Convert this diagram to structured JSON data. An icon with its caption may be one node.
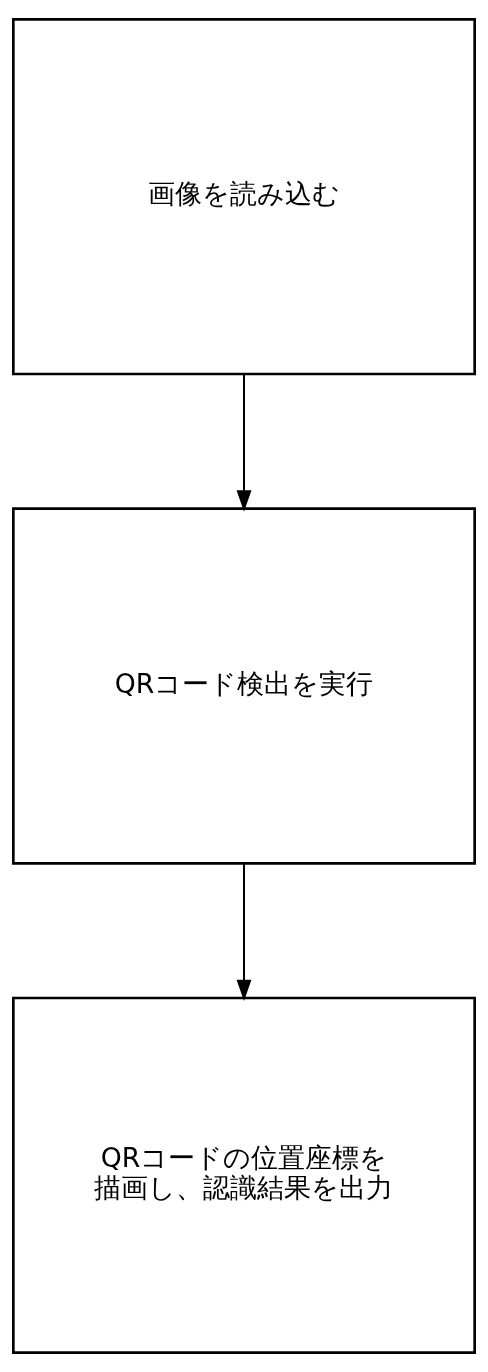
{
  "diagram": {
    "nodes": [
      {
        "text": [
          "画像を読み込む"
        ]
      },
      {
        "text": [
          "QRコード検出を実行"
        ]
      },
      {
        "text": [
          "QRコードの位置座標を描画し、認識結果を出力"
        ]
      }
    ],
    "edges": [
      {
        "from": 0,
        "to": 1,
        "arrow": "to"
      },
      {
        "from": 1,
        "to": 2,
        "arrow": "to"
      }
    ]
  }
}
